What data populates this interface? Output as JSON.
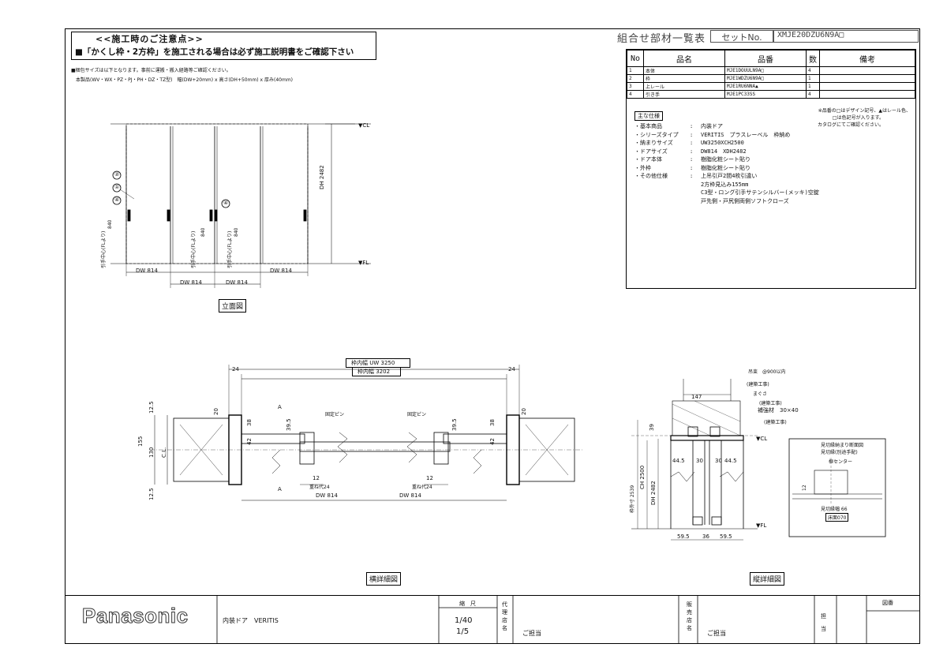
{
  "notes": {
    "title": "<<施工時のご注意点>>",
    "warning": "■「かくし枠・2方枠」を施工される場合は必ず施工説明書をご確認下さい",
    "line1": "■梱包サイズは以下となります。事前に運搬・搬入経路等ご確認ください。",
    "line2": "本製品(WV・WX・PZ・PJ・PH・DZ・TZ型)　幅(DW+20mm) x 高さ(DH+50mm) x 厚み(40mm)"
  },
  "parts_list": {
    "heading": "組合せ部材一覧表",
    "set_label": "セットNo.",
    "set_no": "XMJE20DZU6N9A□",
    "columns": [
      "No",
      "品名",
      "品番",
      "数",
      "備考"
    ],
    "rows": [
      {
        "no": "1",
        "name": "本体",
        "code": "MJE1DOUULN9A□",
        "qty": "4"
      },
      {
        "no": "2",
        "name": "枠",
        "code": "MJE1WDZU6N9A□",
        "qty": "1"
      },
      {
        "no": "3",
        "name": "上レール",
        "code": "MJE1RU6NNA▲",
        "qty": "1"
      },
      {
        "no": "4",
        "name": "引き手",
        "code": "MJE1PC33SS",
        "qty": "4"
      }
    ],
    "footnote1": "※品番の□はデザイン記号、▲はレール色、",
    "footnote2": "□は色記号が入ります。",
    "footnote3": "カタログにてご確認ください。"
  },
  "spec": {
    "heading": "主な仕様",
    "items": [
      {
        "label": "・基本商品",
        "value": "内装ドア"
      },
      {
        "label": "・シリーズタイプ",
        "value": "VERITIS　プラスレーベル　枠納め"
      },
      {
        "label": "・納まりサイズ",
        "value": "UW3250XCH2500"
      },
      {
        "label": "・ドアサイズ",
        "value": "DW814　XDH2482"
      },
      {
        "label": "・ドア本体",
        "value": "樹脂化粧シート貼り"
      },
      {
        "label": "・外枠",
        "value": "樹脂化粧シート貼り"
      },
      {
        "label": "・その他仕様",
        "value": "上吊引戸2間4枚引違い"
      },
      {
        "label": "",
        "value": "2方枠見込み155mm"
      },
      {
        "label": "",
        "value": "C3型・ロング引手サテンシルバー(メッキ)空錠"
      },
      {
        "label": "",
        "value": "戸先側・戸尻側両側ソフトクローズ"
      }
    ]
  },
  "elevation": {
    "label": "立面図",
    "dh": "DH 2482",
    "dw": "DW 814",
    "cl": "▼CL",
    "fl": "▼FL",
    "handle_note": "引手中心(FLより)",
    "handle_h": "840",
    "callouts": [
      "②",
      "①",
      "④",
      "④"
    ]
  },
  "plan": {
    "label": "横詳細図",
    "uw": "枠内幅 UW 3250",
    "inner": "枠内幅 3202",
    "d24": "24",
    "d155": "155",
    "d130": "130",
    "d12_5": "12.5",
    "d20": "20",
    "d38": "38",
    "d42": "42",
    "d39_5": "39.5",
    "d12": "12",
    "overlap": "重ね代24",
    "dw": "DW 814",
    "pin": "固定ピン",
    "cl": "C.L.",
    "sec_a": "A"
  },
  "section": {
    "label": "縦詳細図",
    "hanger": "吊束　@900以内",
    "const1": "(建築工事)",
    "mabusa": "まぐさ",
    "const2": "(建築工事)",
    "beam": "補強材　30×40",
    "const3": "(建築工事)",
    "d147": "147",
    "d39": "39",
    "d44_5": "44.5",
    "d30": "30",
    "ch": "CH 2500",
    "dh": "DH 2482",
    "frame_h": "枠外寸 2539",
    "d59_5": "59.5",
    "d36": "36",
    "cl": "▼CL",
    "fl": "▼FL",
    "inset_title": "見切縁納まり断面図",
    "inset_sub": "見切縁(別途手配)",
    "inset_center": "框センター",
    "inset_width": "見切縁幅 66",
    "inset_gap": "床面070",
    "inset_12": "12"
  },
  "titleblock": {
    "brand": "Panasonic",
    "product": "内装ドア　VERITIS",
    "scale_label": "縮　尺",
    "scale1": "1/40",
    "scale2": "1/5",
    "agent_label": "代理店名",
    "agent_person": "ご担当",
    "dealer_label": "販売店名",
    "dealer_person": "ご担当",
    "staff_label": "担当",
    "drawing_no_label": "図番"
  }
}
